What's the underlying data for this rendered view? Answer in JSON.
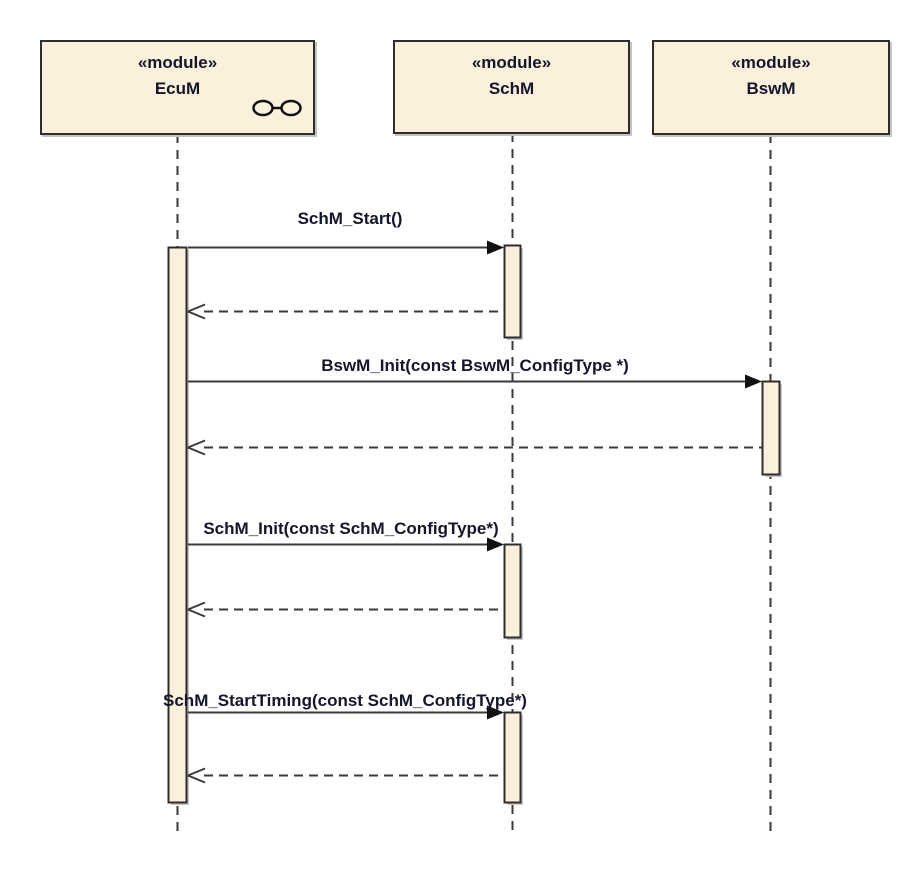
{
  "diagram": {
    "type": "uml-sequence-diagram",
    "colors": {
      "background": "#ffffff",
      "box_fill": "#FAF0DC",
      "box_border": "#2D2D2D",
      "line": "#3A3A3A",
      "arrowhead_fill": "#111111",
      "text": "#15152B",
      "shadow": "#C3C3C3"
    },
    "modules": [
      {
        "stereotype": "«module»",
        "name": "EcuM",
        "icon": "required-provided-interface-icon"
      },
      {
        "stereotype": "«module»",
        "name": "SchM",
        "icon": null
      },
      {
        "stereotype": "«module»",
        "name": "BswM",
        "icon": null
      }
    ],
    "messages": [
      {
        "label": "SchM_Start()",
        "from": "EcuM",
        "to": "SchM",
        "kind": "call"
      },
      {
        "label": "",
        "from": "SchM",
        "to": "EcuM",
        "kind": "return"
      },
      {
        "label": "BswM_Init(const BswM_ConfigType *)",
        "from": "EcuM",
        "to": "BswM",
        "kind": "call"
      },
      {
        "label": "",
        "from": "BswM",
        "to": "EcuM",
        "kind": "return"
      },
      {
        "label": "SchM_Init(const SchM_ConfigType*)",
        "from": "EcuM",
        "to": "SchM",
        "kind": "call"
      },
      {
        "label": "",
        "from": "SchM",
        "to": "EcuM",
        "kind": "return"
      },
      {
        "label": "SchM_StartTiming(const SchM_ConfigType*)",
        "from": "EcuM",
        "to": "SchM",
        "kind": "call"
      },
      {
        "label": "",
        "from": "SchM",
        "to": "EcuM",
        "kind": "return"
      }
    ]
  }
}
